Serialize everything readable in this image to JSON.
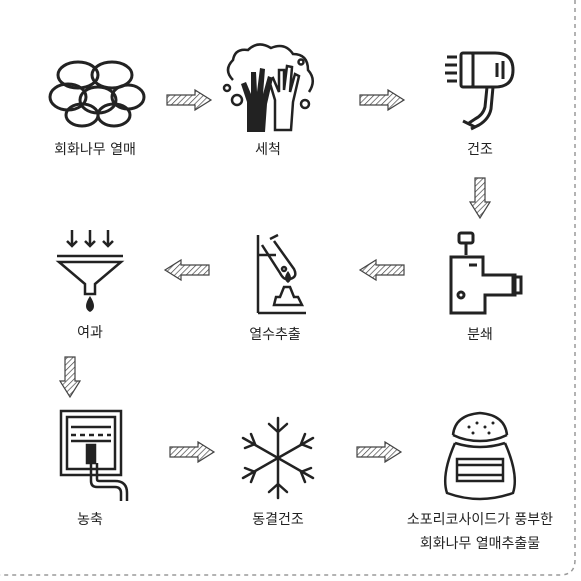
{
  "steps": [
    {
      "id": "berries",
      "label": "회화나무 열매",
      "icon": "berries-icon"
    },
    {
      "id": "wash",
      "label": "세척",
      "icon": "washing-hands-icon"
    },
    {
      "id": "dry",
      "label": "건조",
      "icon": "hair-dryer-icon"
    },
    {
      "id": "grind",
      "label": "분쇄",
      "icon": "grinder-icon"
    },
    {
      "id": "extract",
      "label": "열수추출",
      "icon": "extraction-flask-icon"
    },
    {
      "id": "filter",
      "label": "여과",
      "icon": "funnel-filter-icon"
    },
    {
      "id": "concentrate",
      "label": "농축",
      "icon": "concentrator-icon"
    },
    {
      "id": "freezedry",
      "label": "동결건조",
      "icon": "snowflake-icon"
    },
    {
      "id": "product",
      "label_line1": "소포리코사이드가 풍부한",
      "label_line2": "회화나무 열매추출물",
      "icon": "sack-icon"
    }
  ],
  "colors": {
    "icon": "#222222",
    "arrow_stroke": "#444444",
    "frame": "#9a9a9a"
  }
}
